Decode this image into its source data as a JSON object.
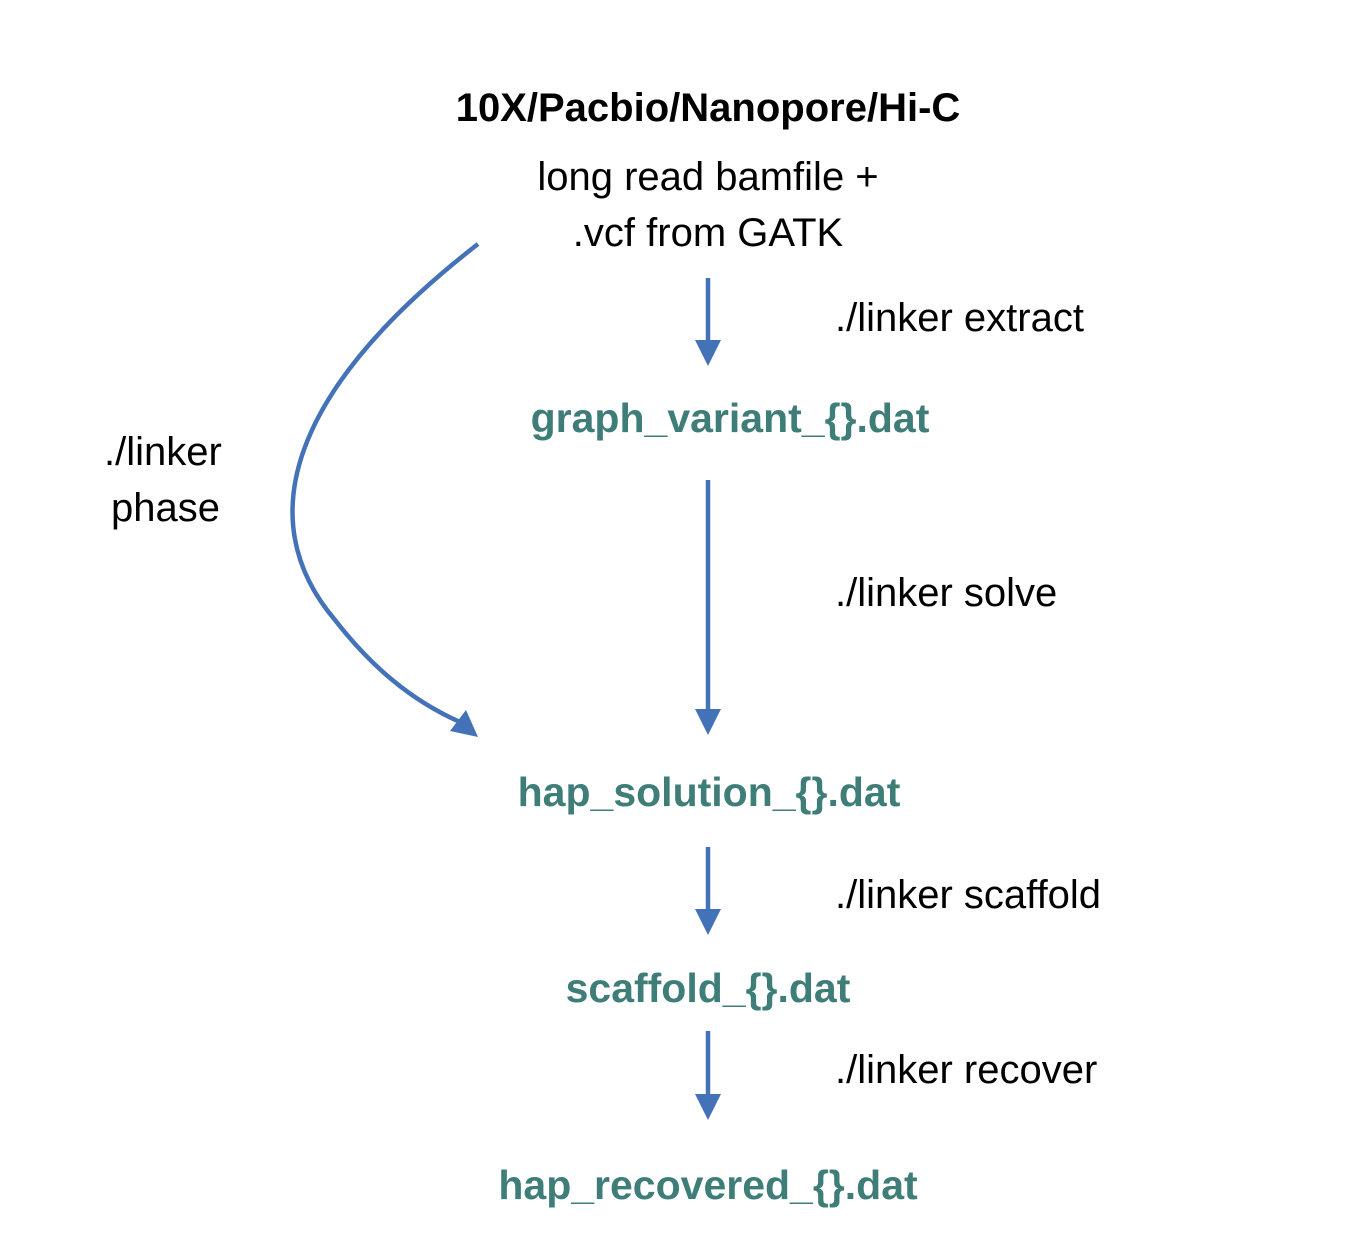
{
  "colors": {
    "arrow": "#4472b8",
    "file_node": "#3f7e78",
    "text": "#000000",
    "background": "#ffffff"
  },
  "input": {
    "title": "10X/Pacbio/Nanopore/Hi-C",
    "line1": "long read bamfile +",
    "line2": ".vcf from GATK"
  },
  "nodes": {
    "graph_variant": "graph_variant_{}.dat",
    "hap_solution": "hap_solution_{}.dat",
    "scaffold": "scaffold_{}.dat",
    "hap_recovered": "hap_recovered_{}.dat"
  },
  "commands": {
    "extract": "./linker extract",
    "solve": "./linker solve",
    "scaffold": "./linker scaffold",
    "recover": "./linker recover",
    "phase_line1": "./linker",
    "phase_line2": "phase"
  }
}
